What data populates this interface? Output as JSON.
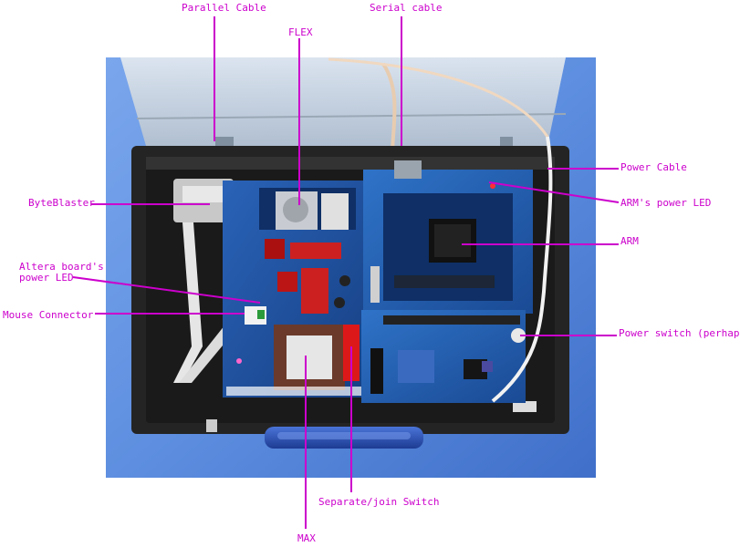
{
  "colors": {
    "background": "#ffffff",
    "label_color": "#cc00cc",
    "backdrop": "#5e8fe0",
    "case_body": "#242424",
    "lid": "#c9d3dd",
    "pcb": "#1d4f9a",
    "handle": "#2a4fb8"
  },
  "labels": {
    "parallel_cable": "Parallel Cable",
    "serial_cable": "Serial cable",
    "flex": "FLEX",
    "power_cable": "Power Cable",
    "arm_power_led": "ARM's power LED",
    "byteblaster": "ByteBlaster",
    "arm": "ARM",
    "altera_led_line1": "Altera board's",
    "altera_led_line2": "power LED",
    "mouse_connector": "Mouse Connector",
    "power_switch": "Power switch (perhaps)",
    "separate_join_switch": "Separate/join Switch",
    "max": "MAX"
  }
}
